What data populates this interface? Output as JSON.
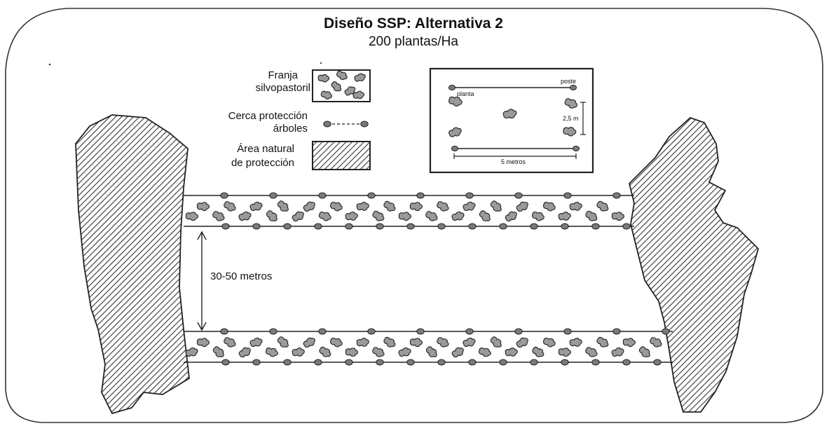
{
  "title": "Diseño SSP: Alternativa 2",
  "subtitle": "200 plantas/Ha",
  "legend": {
    "strip_line1": "Franja",
    "strip_line2": "silvopastoril",
    "fence_line1": "Cerca protección",
    "fence_line2": "árboles",
    "area_line1": "Área natural",
    "area_line2": "de protección"
  },
  "inset": {
    "post_label": "poste",
    "plant_label": "planta",
    "vertical_spacing": "2,5 m",
    "horizontal_spacing": "5 metros"
  },
  "strip_distance": "30-50 metros",
  "colors": {
    "plant_fill": "#9a9a9a",
    "post_fill": "#7a7a7a",
    "hatch": "#333333",
    "line": "#222222"
  }
}
